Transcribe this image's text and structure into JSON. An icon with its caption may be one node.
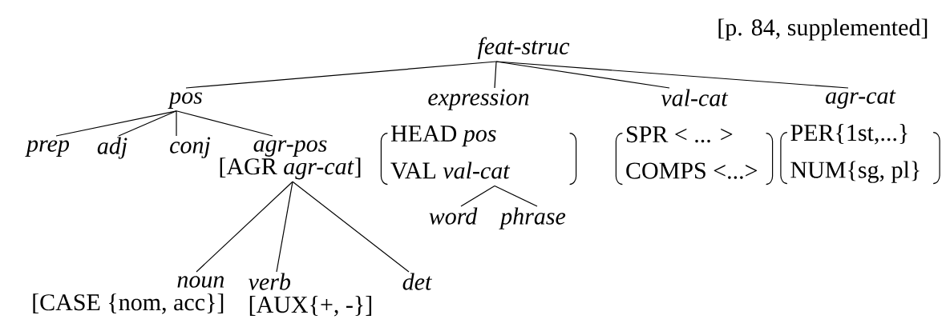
{
  "diagram": {
    "nodes": [
      {
        "text": [
          "feat-struc"
        ]
      },
      {
        "text": [
          "pos"
        ]
      },
      {
        "text": [
          "expression",
          "HEAD *pos*",
          "VAL *val-cat*"
        ]
      },
      {
        "text": [
          "val-cat",
          "SPR < ... >",
          "COMPS <...>"
        ]
      },
      {
        "text": [
          "agr-cat",
          "PER{1st,...}",
          "NUM{sg, pl}"
        ]
      },
      {
        "text": [
          "prep"
        ]
      },
      {
        "text": [
          "adj"
        ]
      },
      {
        "text": [
          "conj"
        ]
      },
      {
        "text": [
          "agr-pos",
          "[AGR *agr-cat*]"
        ]
      },
      {
        "text": [
          "word"
        ]
      },
      {
        "text": [
          "phrase"
        ]
      },
      {
        "text": [
          "noun",
          "[CASE {nom, acc}]"
        ]
      },
      {
        "text": [
          "verb",
          "[AUX{+, -}]"
        ]
      },
      {
        "text": [
          "det"
        ]
      }
    ],
    "edges": [
      {
        "from": 0,
        "to": 1,
        "arrow": "none"
      },
      {
        "from": 0,
        "to": 2,
        "arrow": "none"
      },
      {
        "from": 0,
        "to": 3,
        "arrow": "none"
      },
      {
        "from": 0,
        "to": 4,
        "arrow": "none"
      },
      {
        "from": 1,
        "to": 5,
        "arrow": "none"
      },
      {
        "from": 1,
        "to": 6,
        "arrow": "none"
      },
      {
        "from": 1,
        "to": 7,
        "arrow": "none"
      },
      {
        "from": 1,
        "to": 8,
        "arrow": "none"
      },
      {
        "from": 2,
        "to": 9,
        "arrow": "none"
      },
      {
        "from": 2,
        "to": 10,
        "arrow": "none"
      },
      {
        "from": 8,
        "to": 11,
        "arrow": "none"
      },
      {
        "from": 8,
        "to": 12,
        "arrow": "none"
      },
      {
        "from": 8,
        "to": 13,
        "arrow": "none"
      }
    ],
    "labels": [
      "[p. 84, supplemented]"
    ]
  }
}
